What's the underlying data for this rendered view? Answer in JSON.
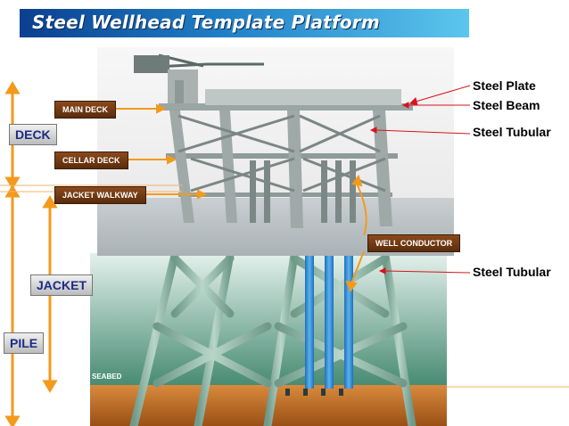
{
  "title": "Steel Wellhead Template Platform",
  "tags": {
    "main_deck": "MAIN DECK",
    "cellar_deck": "CELLAR DECK",
    "jacket_walkway": "JACKET WALKWAY",
    "well_conductor": "WELL CONDUCTOR",
    "seabed": "SEABED"
  },
  "zones": {
    "deck": "DECK",
    "jacket": "JACKET",
    "pile": "PILE"
  },
  "right_labels": {
    "steel_plate": "Steel Plate",
    "steel_beam": "Steel Beam",
    "steel_tubular_top": "Steel Tubular",
    "steel_tubular_bottom": "Steel Tubular"
  },
  "colors": {
    "arrow_orange": "#f39a1c",
    "leader_red": "#d8141c",
    "zone_text": "#1a2c86",
    "seabed": "#c8742a",
    "water_top": "#d8ece6",
    "water_bottom": "#4f8f78",
    "structure": "#8ab3a3",
    "conductor": "#3b90d8"
  }
}
